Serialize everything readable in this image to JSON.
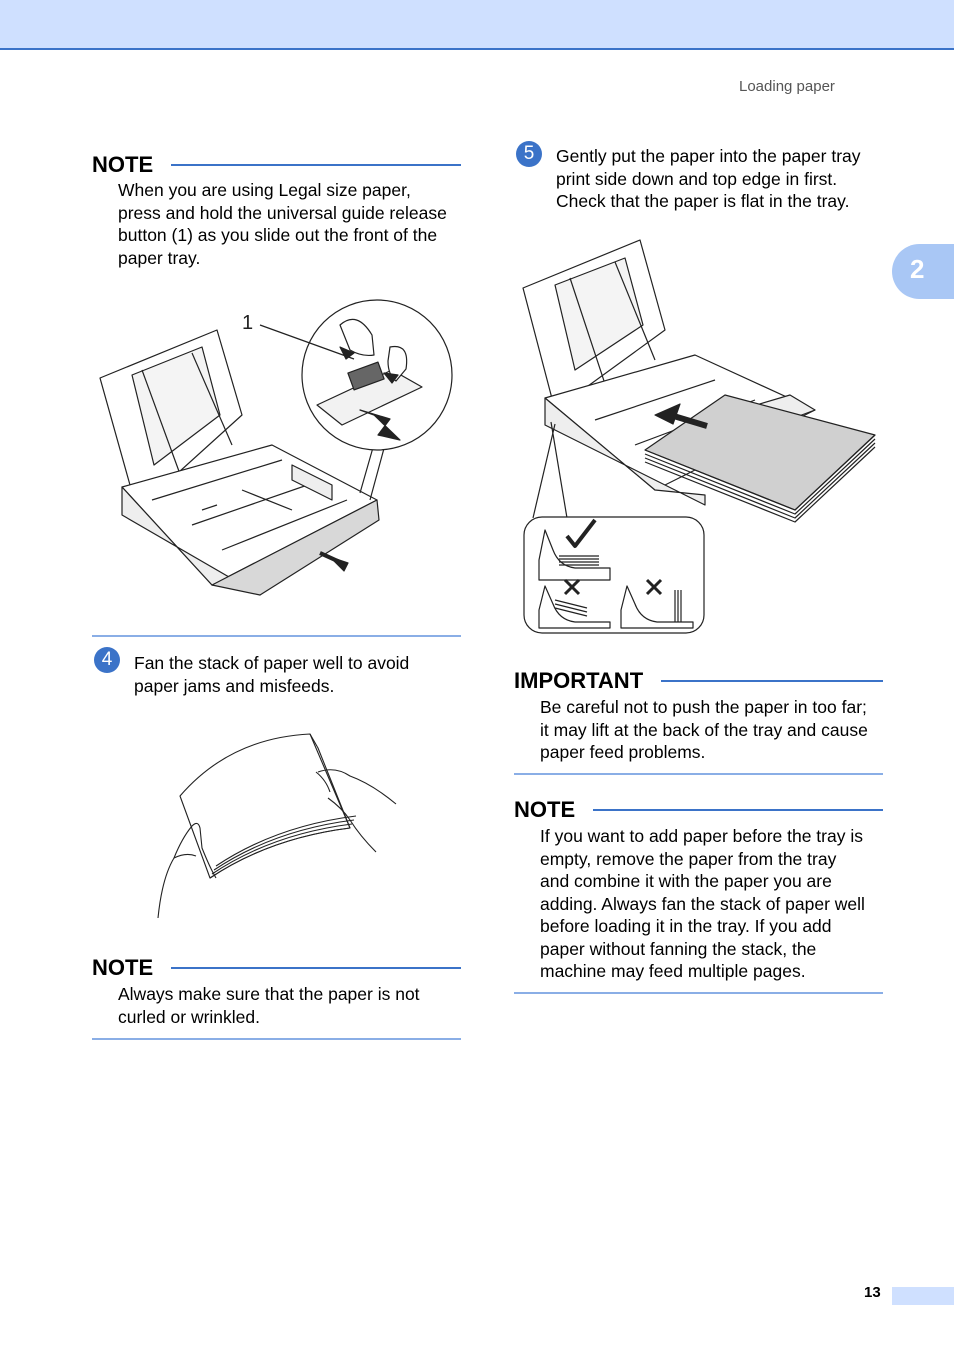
{
  "header": {
    "running_title": "Loading paper",
    "chapter_number": "2"
  },
  "footer": {
    "page_number": "13"
  },
  "colors": {
    "accent": "#3b73c8",
    "band": "#cfe0ff",
    "tab": "#a9c7f5"
  },
  "left_column": {
    "note1": {
      "heading": "NOTE",
      "lines": [
        "When you are using Legal size paper,",
        "press and hold the universal guide release",
        "button (1) as you slide out the front of the",
        "paper tray."
      ],
      "figure_callout": "1"
    },
    "step4": {
      "number": "4",
      "lines": [
        "Fan the stack of paper well to avoid",
        "paper jams and misfeeds."
      ]
    },
    "note2": {
      "heading": "NOTE",
      "lines": [
        "Always make sure that the paper is not",
        "curled or wrinkled."
      ]
    }
  },
  "right_column": {
    "step5": {
      "number": "5",
      "lines": [
        "Gently put the paper into the paper tray",
        "print side down and top edge in first.",
        "Check that the paper is flat in the tray."
      ]
    },
    "important": {
      "heading": "IMPORTANT",
      "lines": [
        "Be careful not to push the paper in too far;",
        "it may lift at the back of the tray and cause",
        "paper feed problems."
      ]
    },
    "note3": {
      "heading": "NOTE",
      "lines": [
        "If you want to add paper before the tray is",
        "empty, remove the paper from the tray",
        "and combine it with the paper you are",
        "adding. Always fan the stack of paper well",
        "before loading it in the tray. If you add",
        "paper without fanning the stack, the",
        "machine may feed multiple pages."
      ]
    }
  }
}
